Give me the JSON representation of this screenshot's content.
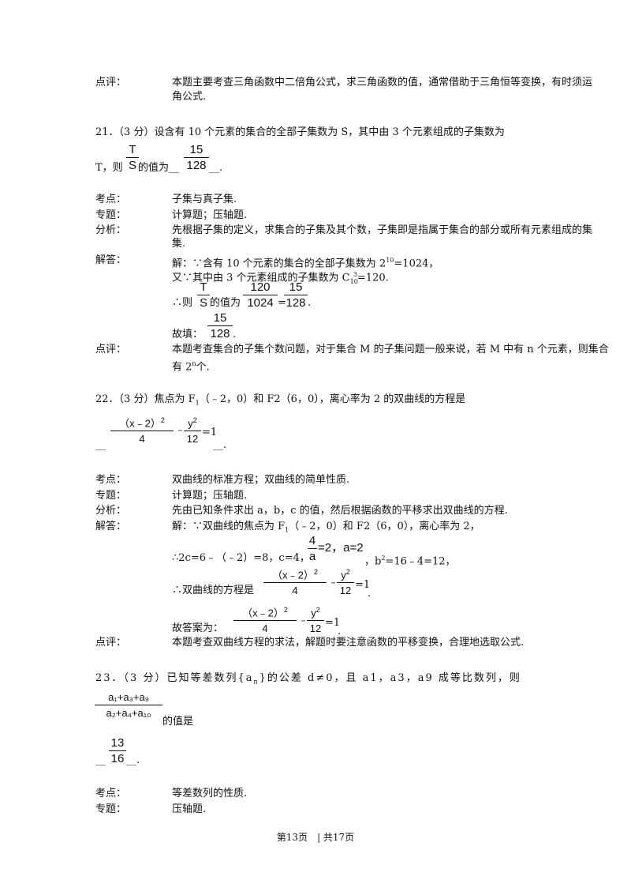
{
  "q20": {
    "comment_label": "点评：",
    "comment_l1": "本题主要考查三角函数中二倍角公式，求三角函数的值，通常借助于三角恒等变换，有时须运",
    "comment_l2": "角公式."
  },
  "q21": {
    "stem": "21．（3 分）设含有 10 个元素的集合的全部子集数为 S，其中由 3 个元素组成的子集数为",
    "frac_t": "T",
    "frac_s": "S",
    "pre": "T，则",
    "mid": "的值为__",
    "ans_num": "15",
    "ans_den": "128",
    "post": "__.",
    "kd_label": "考点：",
    "kd": "子集与真子集.",
    "zt_label": "专题：",
    "zt": "计算题；压轴题.",
    "fx_label": "分析：",
    "fx_l1": "先根据子集的定义，求集合的子集及其个数，子集即是指属于集合的部分或所有元素组成的集",
    "fx_l2": "集.",
    "jd_label": "解答：",
    "jd_l1": "解：∵含有 10 个元素的集合的全部子集数为 2",
    "jd_l1_sup": "10",
    "jd_l1_tail": "=1024，",
    "jd_l2": "又∵其中由 3 个元素组成的子集数为 C",
    "jd_l2_sub": "10",
    "jd_l2_sup": "3",
    "jd_l2_tail": "=120.",
    "jd_l3_pre": "∴则",
    "jd_l3_mid": "的值为",
    "f120": "120",
    "f1024": "1024",
    "eq": "=",
    "jd_l3_end": ".",
    "gt_label": "故填：",
    "gt_end": ".",
    "dp_label": "点评：",
    "dp_l1": "本题考查集合的子集个数问题，对于集合 M 的子集问题一般来说，若 M 中有 n 个元素，则集合",
    "dp_l2": "有 2",
    "dp_l2_sup": "n",
    "dp_l2_tail": "个."
  },
  "q22": {
    "stem": "22．（3 分）焦点为 F",
    "stem_sub": "1",
    "stem_tail": "（﹣2，0）和 F2（6，0），离心率为 2 的双曲线的方程是",
    "fx_num": "（x﹣2）",
    "fx_sup": "2",
    "fx_den": "4",
    "minus": "﹣",
    "fy_num": "y",
    "fy_sup": "2",
    "fy_den": "12",
    "eq1": "=1",
    "blank_pre": "__",
    "blank_post": "__.",
    "kd_label": "考点：",
    "kd": "双曲线的标准方程；双曲线的简单性质.",
    "zt_label": "专题：",
    "zt": "计算题；压轴题.",
    "fx_label": "分析：",
    "fx": "先由已知条件求出 a，b，c 的值，然后根据函数的平移求出双曲线的方程.",
    "jd_label": "解答：",
    "jd_l1": "解：∵双曲线的焦点为 F",
    "jd_l1_sub": "1",
    "jd_l1_tail": "（﹣2，0）和 F2（6，0），离心率为 2，",
    "jd_l2": "∴2c=6﹣（﹣2）=8，c=4，",
    "f4": "4",
    "fa": "a",
    "jd_l2_mid": "=2，a=2",
    "jd_l2_tail": "，b",
    "jd_l2_sup": "2",
    "jd_l2_end": "=16﹣4=12，",
    "jd_l3": "∴双曲线的方程是",
    "dot": ".",
    "gt_label": "故答案为：",
    "dp_label": "点评：",
    "dp": "本题考查双曲线方程的求法，解题时要注意函数的平移变换，合理地选取公式."
  },
  "q23": {
    "stem": "23．（3 分）已知等差数列{a",
    "stem_sub": "n",
    "stem_tail": "}的公差 d≠0，且 a1，a3，a9 成等比数列，则",
    "num_text": "a₁+a₃+a₉",
    "den_text": "a₂+a₄+a₁₀",
    "after": "的值是",
    "ans_num": "13",
    "ans_den": "16",
    "blank_pre": "__",
    "blank_post": "__.",
    "kd_label": "考点：",
    "kd": "等差数列的性质.",
    "zt_label": "专题：",
    "zt": "压轴题."
  },
  "footer": {
    "text": "第13页　| 共17页"
  }
}
